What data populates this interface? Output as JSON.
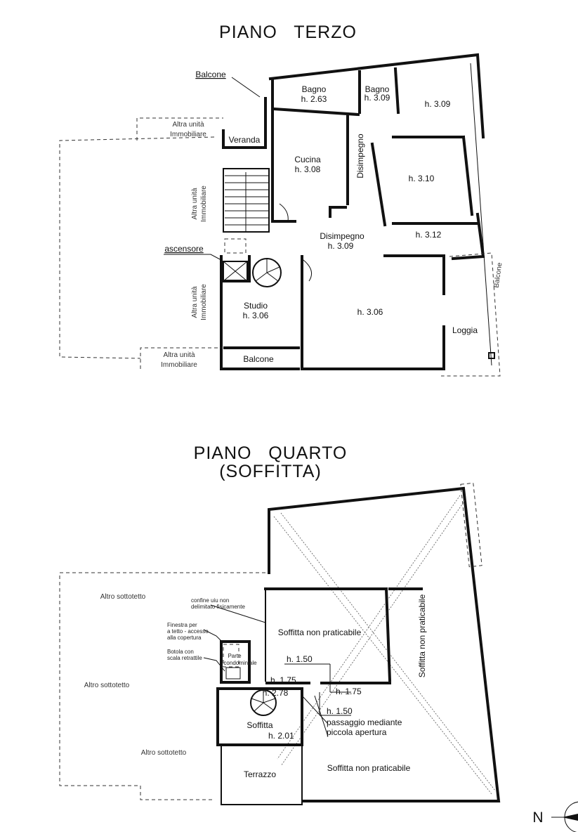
{
  "floor3": {
    "title": "PIANO   TERZO",
    "rooms": {
      "bagno1": "Bagno",
      "bagno1_h": "h. 2.63",
      "bagno2": "Bagno",
      "bagno2_h": "h. 3.09",
      "room_ne_h": "h. 3.09",
      "veranda": "Veranda",
      "cucina": "Cucina",
      "cucina_h": "h. 3.08",
      "disimpegno_v": "Disimpegno",
      "room_e_h": "h. 3.10",
      "room_se_h": "h. 3.12",
      "disimpegno": "Disimpegno",
      "disimpegno_h": "h. 3.09",
      "studio": "Studio",
      "studio_h": "h. 3.06",
      "living_h": "h. 3.06",
      "loggia": "Loggia",
      "balcone_bottom": "Balcone"
    },
    "annotations": {
      "balcone_top": "Balcone",
      "altra_top_1": "Altra unità",
      "altra_top_2": "Immobiliare",
      "altra_left1_1": "Altra unità",
      "altra_left1_2": "Immobiliare",
      "ascensore": "ascensore",
      "altra_left2_1": "Altra unità",
      "altra_left2_2": "Immobiliare",
      "altra_bottom_1": "Altra unità",
      "altra_bottom_2": "Immobiliare",
      "balcone_right": "Balcone"
    }
  },
  "floor4": {
    "title": "PIANO   QUARTO\n(SOFFITTA)",
    "labels": {
      "altro1": "Altro sottotetto",
      "altro2": "Altro sottotetto",
      "altro3": "Altro sottotetto",
      "confine_1": "confine uiu non",
      "confine_2": "delimitato fisicamente",
      "finestra_1": "Finestra per",
      "finestra_2": "a tetto - accesso",
      "finestra_3": "alla copertura",
      "botola_1": "Botola con",
      "botola_2": "scala retrattile",
      "parte_1": "Parte",
      "parte_2": "condominiale",
      "snp_upper": "Soffitta non praticabile",
      "snp_right": "Soffitta non praticabile",
      "snp_lower": "Soffitta non praticabile",
      "h150a": "h. 1.50",
      "h175a": "h. 1.75",
      "h278": "h. 2.78",
      "h175b": "h. 1.75",
      "h150b": "h. 1.50",
      "passaggio_1": "passaggio mediante",
      "passaggio_2": "piccola apertura",
      "soffitta": "Soffitta",
      "h201": "h. 2.01",
      "terrazzo": "Terrazzo"
    }
  },
  "compass": {
    "north": "N"
  }
}
